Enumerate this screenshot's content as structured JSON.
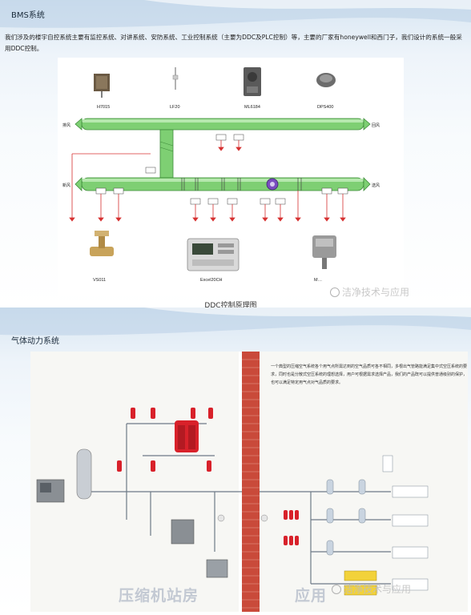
{
  "slide1": {
    "title": "BMS系统",
    "body": "我们涉及的楼宇自控系统主要有监控系统、对讲系统、安防系统、工业控制系统（主要为DDC及PLC控制）等，主要的厂家有honeywell和西门子，我们设计的系统一般采用DDC控制。",
    "caption": "DDC控制原理图",
    "devices_top": [
      "H7015",
      "LF20",
      "ML6184",
      "DPS400"
    ],
    "devices_bottom": [
      "VS011",
      "Excel20CH",
      "M…"
    ],
    "duct_labels": {
      "exhaust": "排风",
      "return": "回风",
      "fresh": "新风",
      "supply": "送风"
    },
    "watermark": "洁净技术与应用"
  },
  "slide2": {
    "title": "气体动力系统",
    "paragraph": "一个典型的压缩空气系统各个用气点所需达到的空气品质可各不相同，多根出气管路能满足集中式空压系统的要求，同时也是分散式空压系统的理想选择，用户可根据需求选择产品，我们的产品既可以提供普通级别的保护，也可以满足特定用气点对气品质的要求。",
    "left_label": "压缩机站房",
    "right_label": "应用",
    "watermark": "洁净技术与应用"
  },
  "colors": {
    "duct": "#7ecf73",
    "duct_dark": "#3e8c3a",
    "wall": "#c94a3a",
    "red_device": "#d8212a",
    "arrow": "#d63030"
  }
}
